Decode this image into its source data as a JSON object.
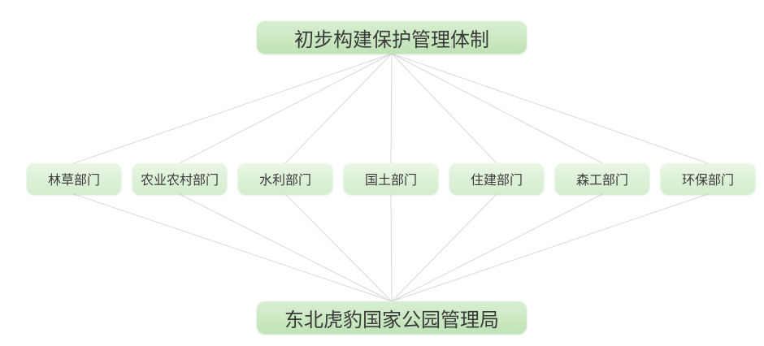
{
  "top_node": {
    "label": "初步构建保护管理体制"
  },
  "departments": [
    {
      "label": "林草部门"
    },
    {
      "label": "农业农村部门"
    },
    {
      "label": "水利部门"
    },
    {
      "label": "国土部门"
    },
    {
      "label": "住建部门"
    },
    {
      "label": "森工部门"
    },
    {
      "label": "环保部门"
    }
  ],
  "bottom_node": {
    "label": "东北虎豹国家公园管理局"
  },
  "colors": {
    "node_fill": "#c7e8c0",
    "connector": "#d9d9d9",
    "text": "#3a3a3a"
  }
}
